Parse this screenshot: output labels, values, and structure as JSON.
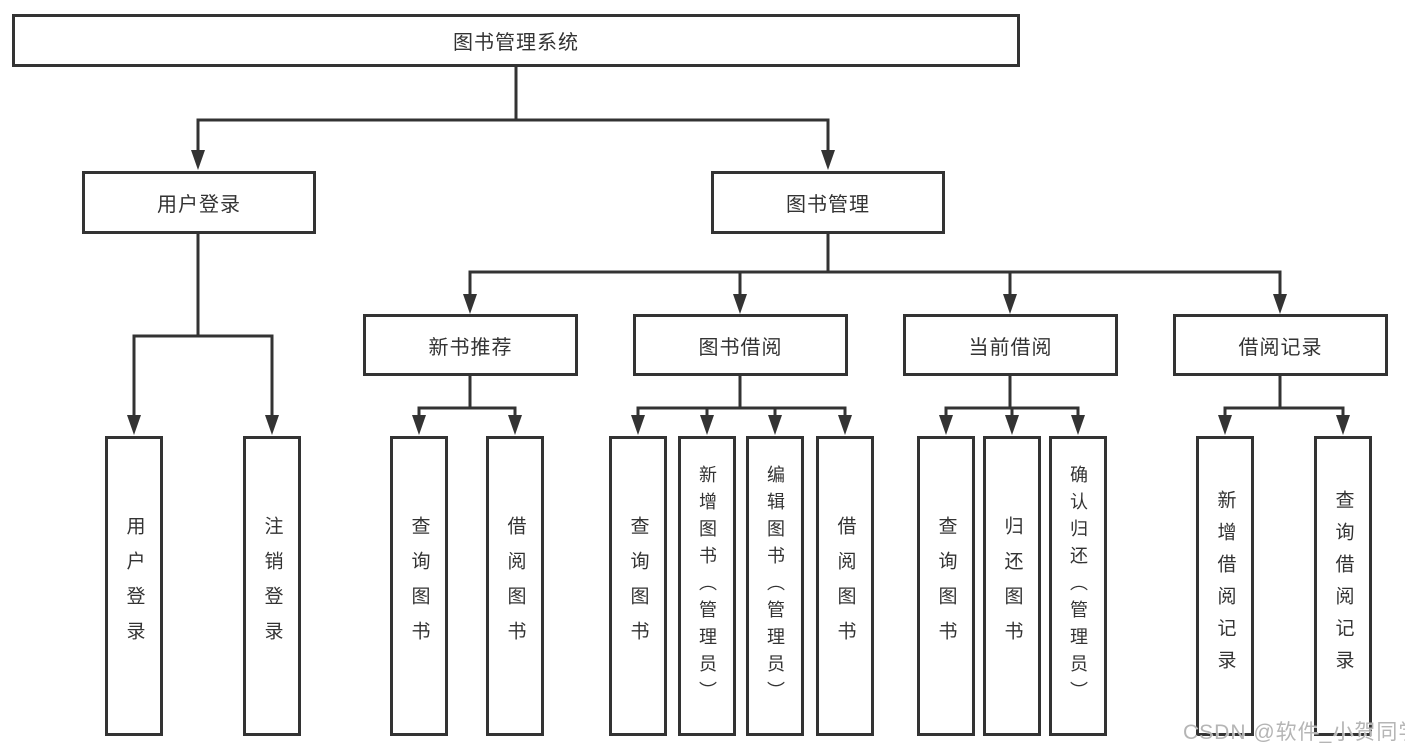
{
  "diagram": {
    "root": {
      "label": "图书管理系统"
    },
    "branches": [
      {
        "label": "用户登录",
        "children": [
          {
            "label": "用户登录"
          },
          {
            "label": "注销登录"
          }
        ]
      },
      {
        "label": "图书管理",
        "children": [
          {
            "label": "新书推荐",
            "children": [
              {
                "label": "查询图书"
              },
              {
                "label": "借阅图书"
              }
            ]
          },
          {
            "label": "图书借阅",
            "children": [
              {
                "label": "查询图书"
              },
              {
                "label": "新增图书（管理员）"
              },
              {
                "label": "编辑图书（管理员）"
              },
              {
                "label": "借阅图书"
              }
            ]
          },
          {
            "label": "当前借阅",
            "children": [
              {
                "label": "查询图书"
              },
              {
                "label": "归还图书"
              },
              {
                "label": "确认归还（管理员）"
              }
            ]
          },
          {
            "label": "借阅记录",
            "children": [
              {
                "label": "新增借阅记录"
              },
              {
                "label": "查询借阅记录"
              }
            ]
          }
        ]
      }
    ]
  },
  "watermark": {
    "text": "CSDN @软件_小贺同学"
  },
  "colors": {
    "line": "#333333",
    "box_border": "#333333",
    "text": "#333333",
    "background": "#ffffff",
    "watermark": "#b5b5b5"
  }
}
